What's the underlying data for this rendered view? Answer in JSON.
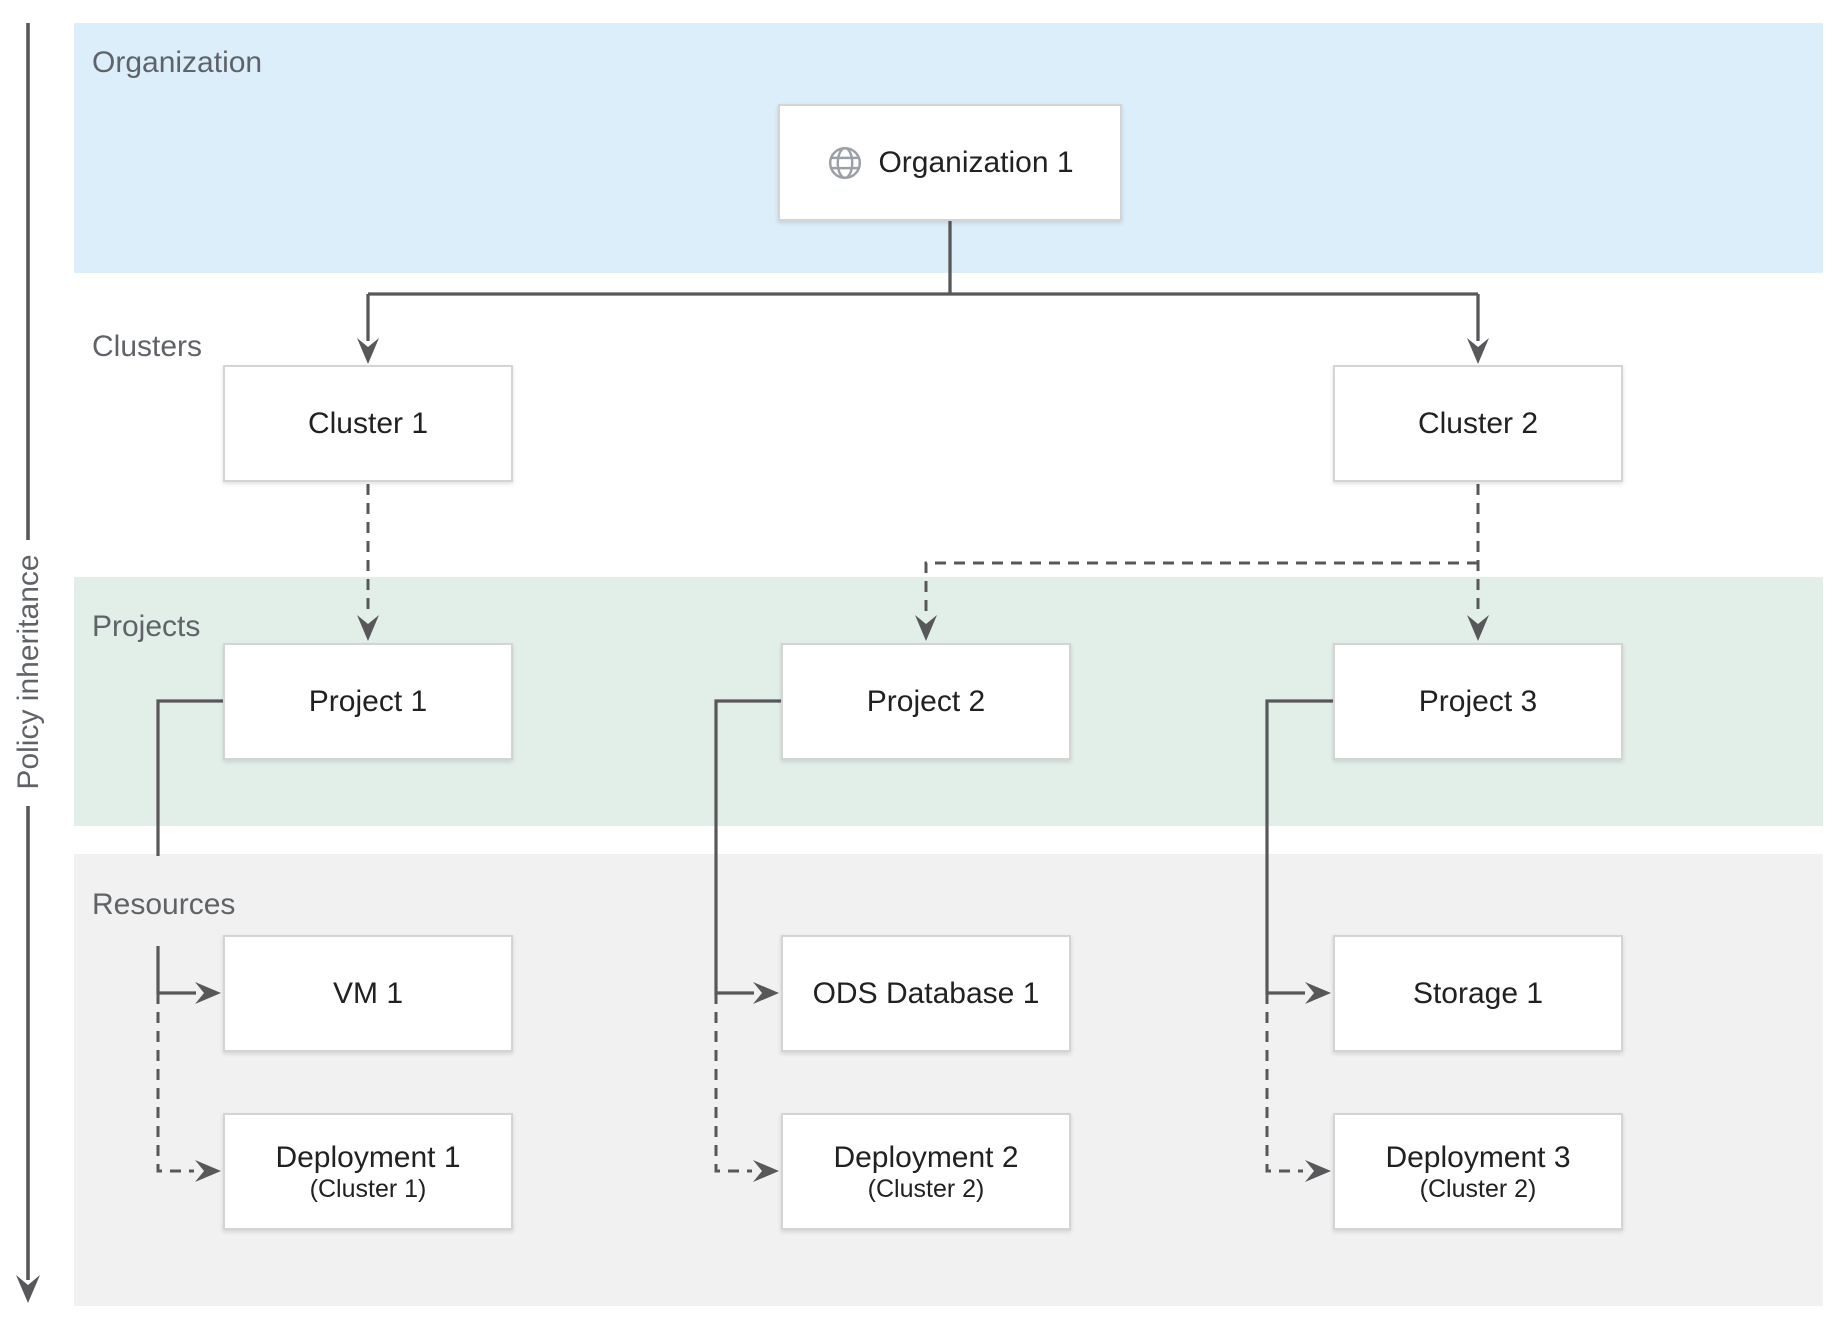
{
  "diagram": {
    "policy_axis_label": "Policy inheritance",
    "bands": {
      "organization": {
        "label": "Organization",
        "fill": "#dceefa"
      },
      "clusters": {
        "label": "Clusters",
        "fill": "#ffffff"
      },
      "projects": {
        "label": "Projects",
        "fill": "#e2efe8"
      },
      "resources": {
        "label": "Resources",
        "fill": "#f1f1f1"
      }
    },
    "nodes": {
      "org1": {
        "label": "Organization 1",
        "icon": "globe-icon"
      },
      "cluster1": {
        "label": "Cluster 1"
      },
      "cluster2": {
        "label": "Cluster 2"
      },
      "project1": {
        "label": "Project 1"
      },
      "project2": {
        "label": "Project 2"
      },
      "project3": {
        "label": "Project 3"
      },
      "vm1": {
        "label": "VM 1"
      },
      "ods1": {
        "label": "ODS Database 1"
      },
      "storage1": {
        "label": "Storage 1"
      },
      "deploy1": {
        "label": "Deployment 1",
        "sublabel": "(Cluster 1)"
      },
      "deploy2": {
        "label": "Deployment 2",
        "sublabel": "(Cluster 2)"
      },
      "deploy3": {
        "label": "Deployment 3",
        "sublabel": "(Cluster 2)"
      }
    },
    "colors": {
      "connector": "#58585b",
      "band_label_text": "#5f6368",
      "node_text": "#212121",
      "node_border": "#d4d4d4",
      "icon": "#9aa0a6"
    }
  }
}
